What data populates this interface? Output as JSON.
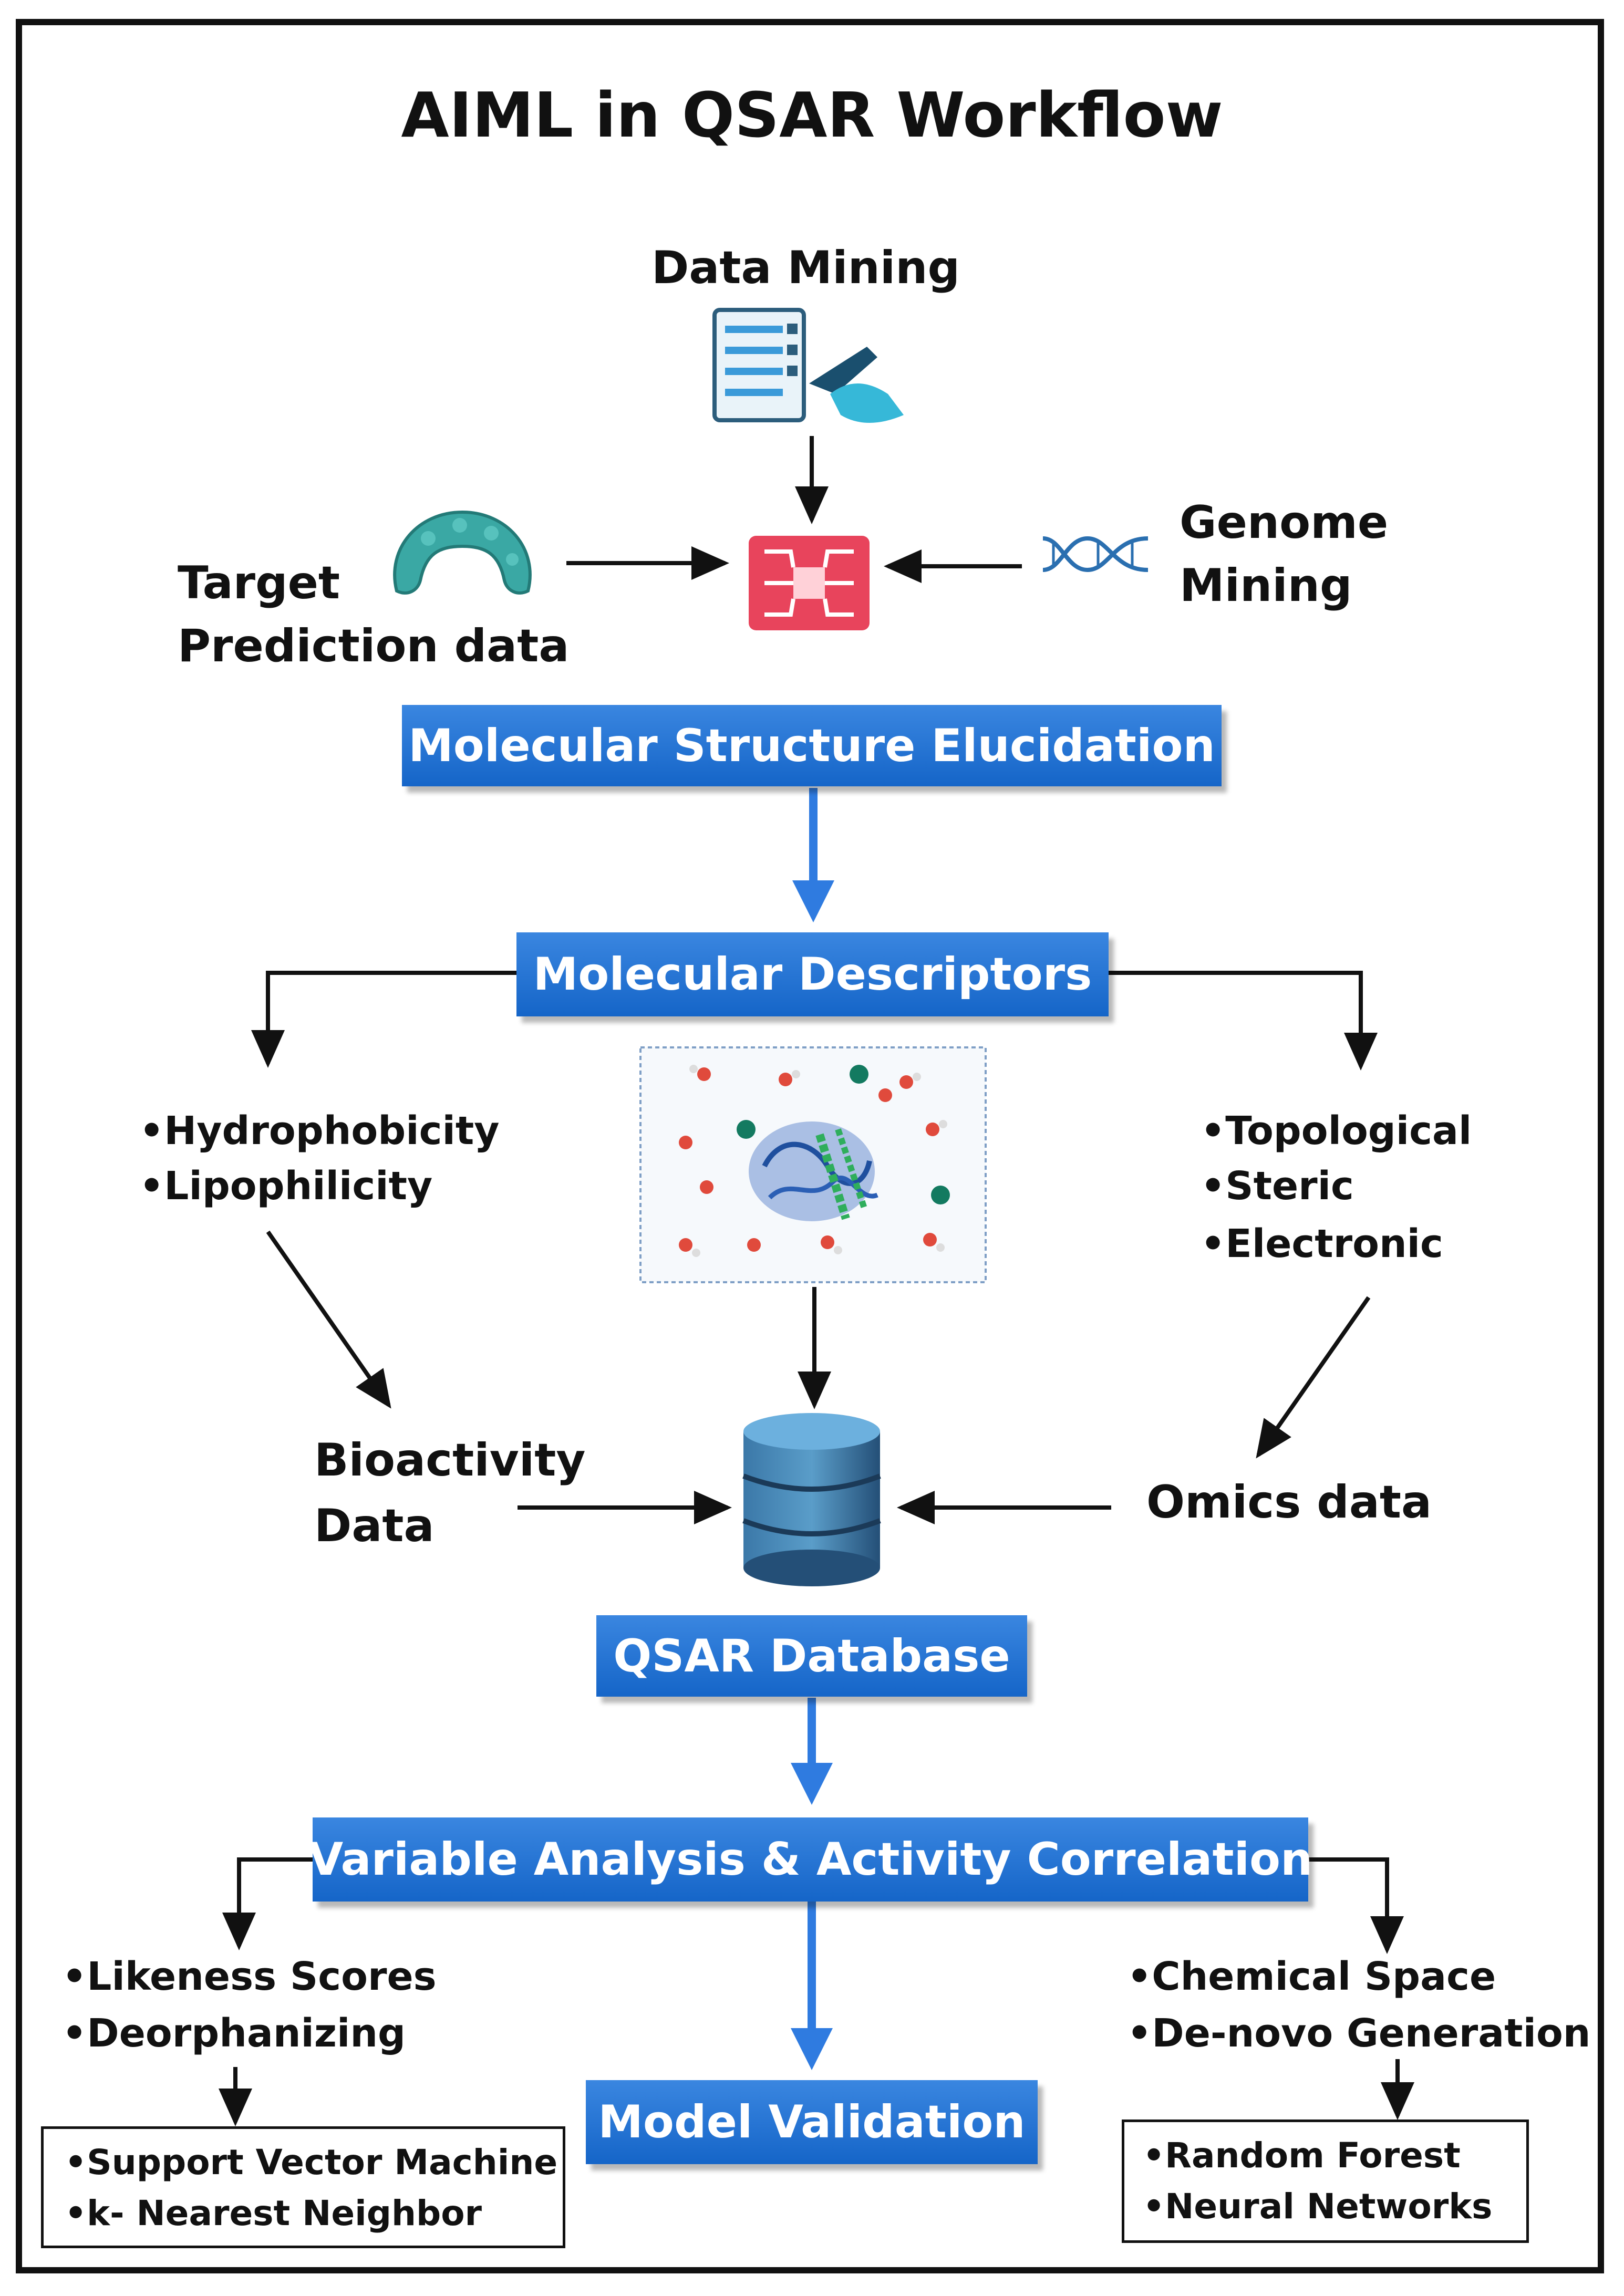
{
  "title": "AIML in QSAR Workflow",
  "inputs": {
    "data_mining": "Data Mining",
    "target_prediction": [
      "Target",
      "Prediction data"
    ],
    "genome_mining": [
      "Genome",
      "Mining"
    ]
  },
  "boxes": {
    "molecular_structure": "Molecular Structure Elucidation",
    "molecular_descriptors": "Molecular Descriptors",
    "qsar_database": "QSAR Database",
    "variable_analysis": "Variable Analysis & Activity Correlation",
    "model_validation": "Model Validation"
  },
  "descriptors_left": [
    "•Hydrophobicity",
    "•Lipophilicity"
  ],
  "descriptors_right": [
    "•Topological",
    "•Steric",
    "•Electronic"
  ],
  "database_inputs": {
    "bioactivity": [
      "Bioactivity",
      "Data"
    ],
    "omics": "Omics data"
  },
  "analysis_left": [
    "•Likeness Scores",
    "•Deorphanizing"
  ],
  "analysis_right": [
    "•Chemical Space",
    "•De-novo Generation"
  ],
  "models_left": [
    "•Support Vector Machine",
    "•k- Nearest Neighbor"
  ],
  "models_right": [
    "•Random Forest",
    "•Neural Networks"
  ],
  "icons": [
    "checklist-icon",
    "protein-icon",
    "chip-icon",
    "dna-icon",
    "molecule-image",
    "database-icon"
  ],
  "colors": {
    "box_blue": "#1f6fd6",
    "chip_red": "#e8445c",
    "teal": "#2a9d8f",
    "db_blue": "#2f6690"
  }
}
